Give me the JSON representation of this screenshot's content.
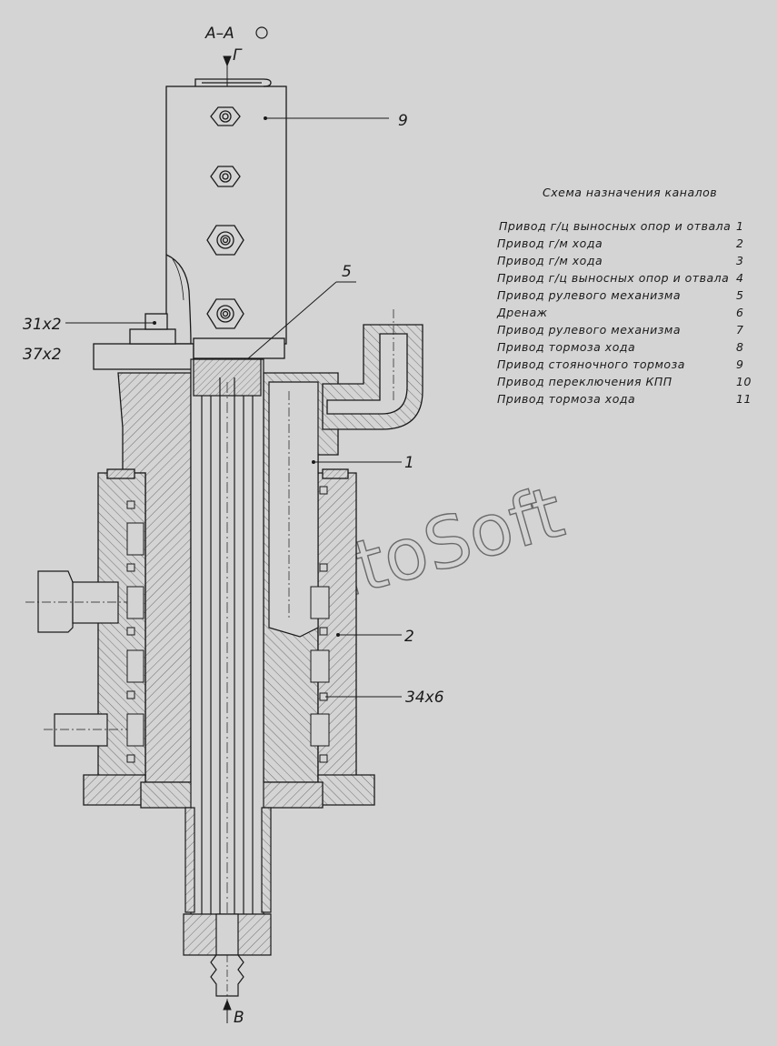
{
  "section": {
    "label": "А–А",
    "top_mark": "Г",
    "bottom_mark": "В"
  },
  "callouts": [
    {
      "id": "9",
      "text": "9"
    },
    {
      "id": "5",
      "text": "5"
    },
    {
      "id": "1",
      "text": "1"
    },
    {
      "id": "2",
      "text": "2"
    },
    {
      "id": "31x2",
      "text": "31x2"
    },
    {
      "id": "37x2",
      "text": "37x2"
    },
    {
      "id": "34x6",
      "text": "34x6"
    }
  ],
  "legend": {
    "title": "Схема назначения каналов",
    "items": [
      {
        "label": "Привод г/ц выносных опор и отвала",
        "num": "1"
      },
      {
        "label": "Привод г/м хода",
        "num": "2"
      },
      {
        "label": "Привод г/м хода",
        "num": "3"
      },
      {
        "label": "Привод г/ц выносных опор и отвала",
        "num": "4"
      },
      {
        "label": "Привод рулевого механизма",
        "num": "5"
      },
      {
        "label": "Дренаж",
        "num": "6"
      },
      {
        "label": "Привод рулевого механизма",
        "num": "7"
      },
      {
        "label": "Привод тормоза хода",
        "num": "8"
      },
      {
        "label": "Привод стояночного тормоза",
        "num": "9"
      },
      {
        "label": "Привод переключения КПП",
        "num": "10"
      },
      {
        "label": "Привод тормоза хода",
        "num": "11"
      }
    ]
  },
  "watermark": "AutoSoft"
}
